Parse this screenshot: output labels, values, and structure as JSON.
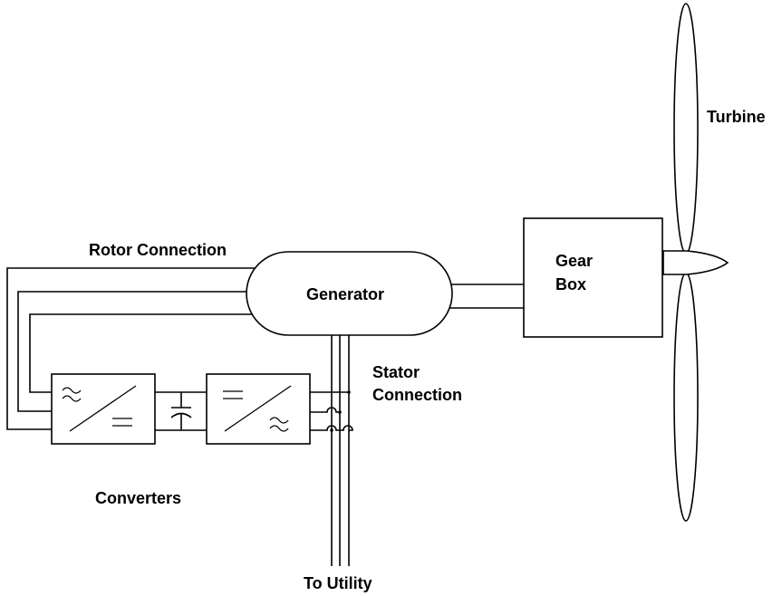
{
  "labels": {
    "turbine": "Turbine",
    "rotor_connection": "Rotor Connection",
    "generator": "Generator",
    "gear_box_line1": "Gear",
    "gear_box_line2": "Box",
    "stator_connection_line1": "Stator",
    "stator_connection_line2": "Connection",
    "converters": "Converters",
    "to_utility": "To Utility"
  },
  "colors": {
    "line": "#000000",
    "background": "#ffffff"
  }
}
